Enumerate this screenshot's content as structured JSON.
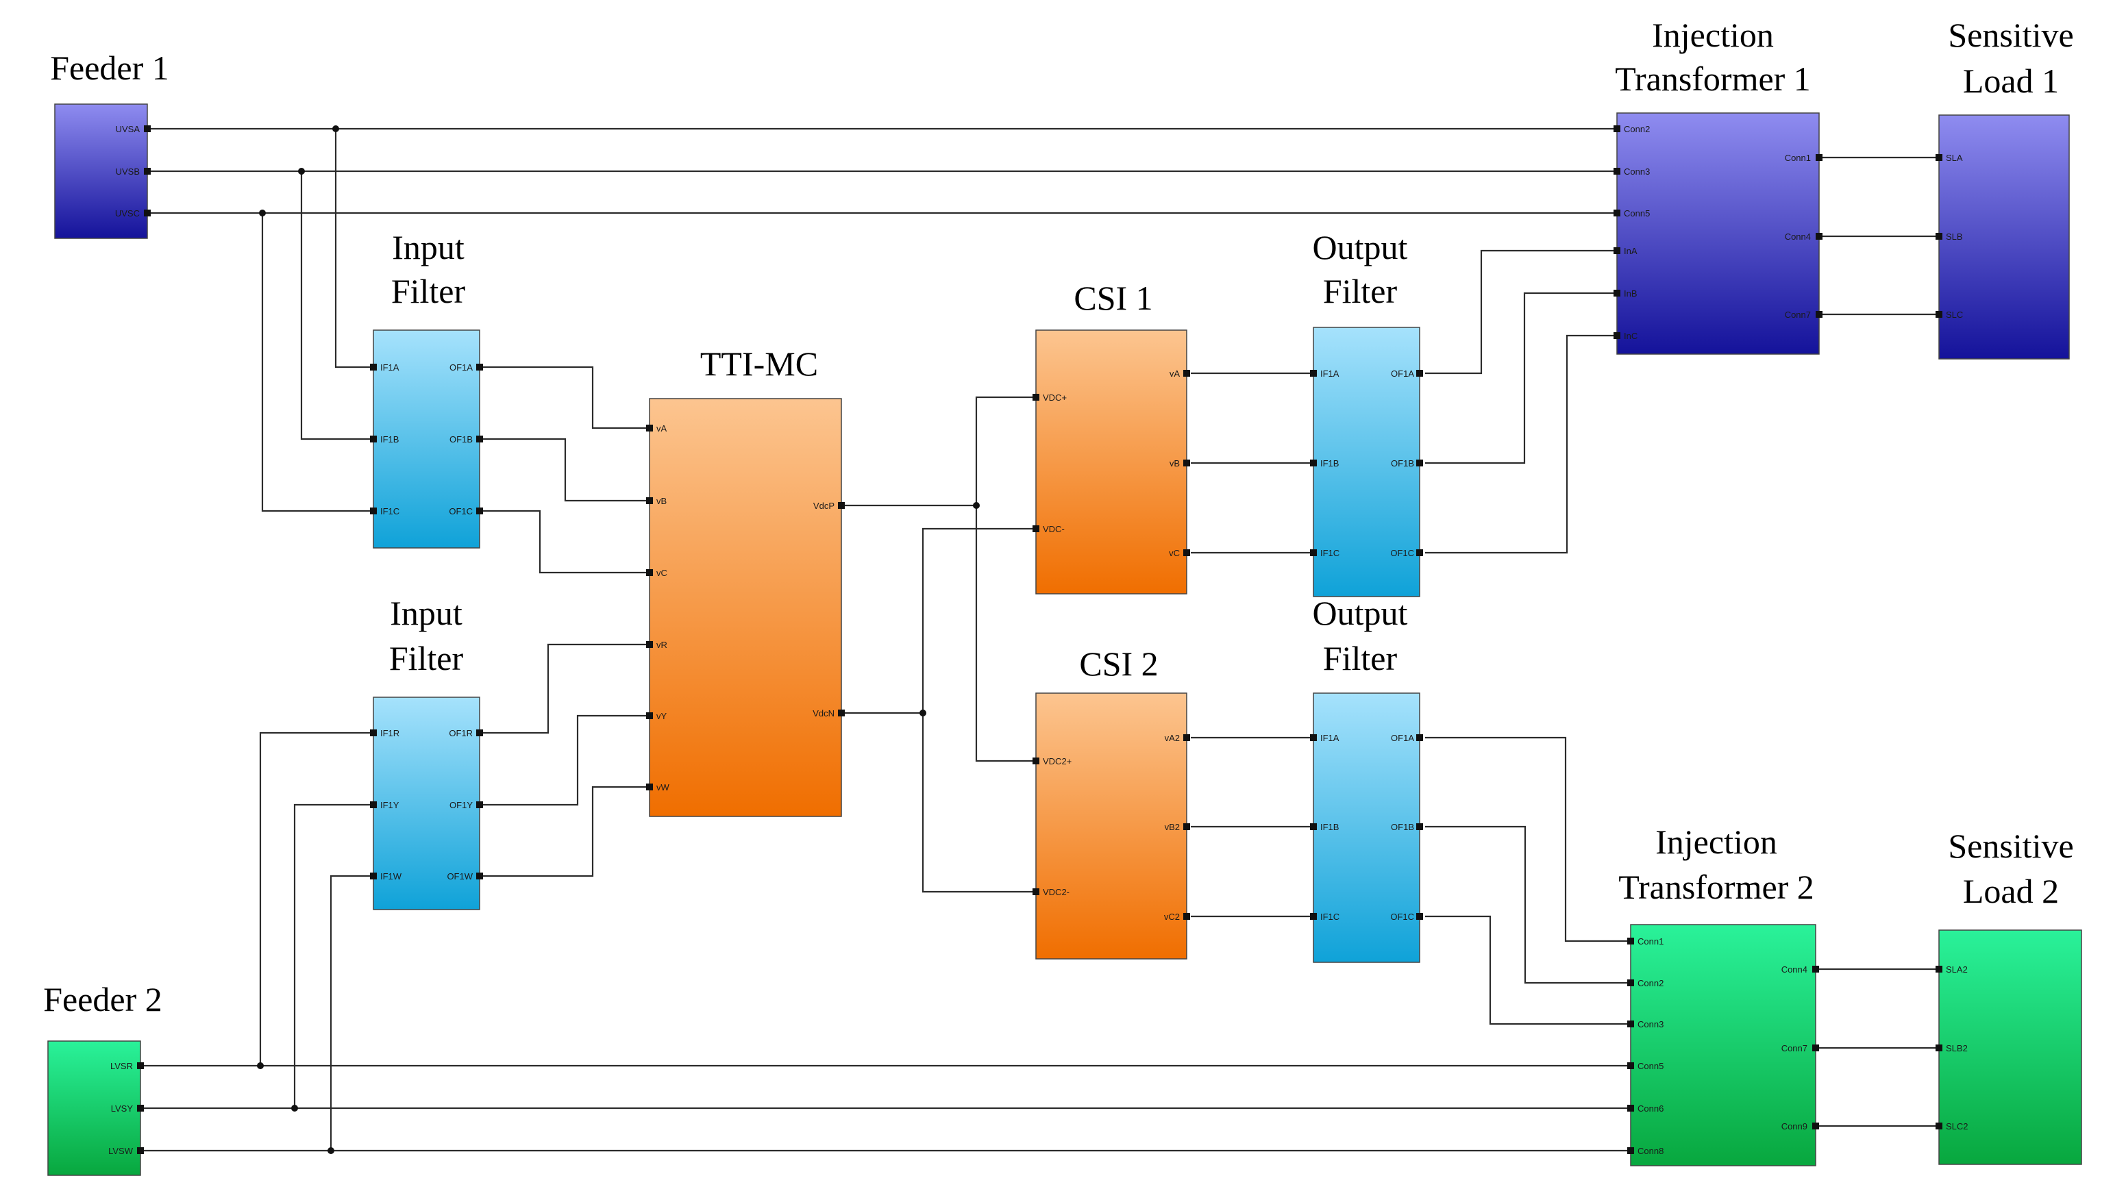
{
  "colors": {
    "blue_top": "#8f8cf0",
    "blue_bottom": "#14129a",
    "cyan_top": "#a6e2fc",
    "cyan_bottom": "#0fa2d8",
    "orange_top": "#fcc590",
    "orange_bottom": "#f06e00",
    "green_top": "#2af29a",
    "green_bottom": "#08a73e",
    "wire": "#2b2b2b"
  },
  "blocks": {
    "feeder1": {
      "title": [
        "Feeder 1"
      ],
      "ports_out": [
        "UVSA",
        "UVSB",
        "UVSC"
      ],
      "color": "blue"
    },
    "feeder2": {
      "title": [
        "Feeder 2"
      ],
      "ports_out": [
        "LVSR",
        "LVSY",
        "LVSW"
      ],
      "color": "green"
    },
    "input_filter_1": {
      "title": [
        "Input",
        "Filter"
      ],
      "ports_in": [
        "IF1A",
        "IF1B",
        "IF1C"
      ],
      "ports_out": [
        "OF1A",
        "OF1B",
        "OF1C"
      ],
      "color": "cyan"
    },
    "input_filter_2": {
      "title": [
        "Input",
        "Filter"
      ],
      "ports_in": [
        "IF1R",
        "IF1Y",
        "IF1W"
      ],
      "ports_out": [
        "OF1R",
        "OF1Y",
        "OF1W"
      ],
      "color": "cyan"
    },
    "tti_mc": {
      "title": [
        "TTI-MC"
      ],
      "ports_in": [
        "vA",
        "vB",
        "vC",
        "vR",
        "vY",
        "vW"
      ],
      "ports_out": [
        "VdcP",
        "VdcN"
      ],
      "color": "orange"
    },
    "csi1": {
      "title": [
        "CSI 1"
      ],
      "ports_in": [
        "VDC+",
        "VDC-"
      ],
      "ports_out": [
        "vA",
        "vB",
        "vC"
      ],
      "color": "orange"
    },
    "csi2": {
      "title": [
        "CSI 2"
      ],
      "ports_in": [
        "VDC2+",
        "VDC2-"
      ],
      "ports_out": [
        "vA2",
        "vB2",
        "vC2"
      ],
      "color": "orange"
    },
    "output_filter_1": {
      "title": [
        "Output",
        "Filter"
      ],
      "ports_in": [
        "IF1A",
        "IF1B",
        "IF1C"
      ],
      "ports_out": [
        "OF1A",
        "OF1B",
        "OF1C"
      ],
      "color": "cyan"
    },
    "output_filter_2": {
      "title": [
        "Output",
        "Filter"
      ],
      "ports_in": [
        "IF1A",
        "IF1B",
        "IF1C"
      ],
      "ports_out": [
        "OF1A",
        "OF1B",
        "OF1C"
      ],
      "color": "cyan"
    },
    "injection_transformer_1": {
      "title": [
        "Injection",
        "Transformer 1"
      ],
      "ports_in": [
        "Conn2",
        "Conn3",
        "Conn5",
        "InA",
        "InB",
        "InC"
      ],
      "ports_out": [
        "Conn1",
        "Conn4",
        "Conn7"
      ],
      "color": "blue"
    },
    "injection_transformer_2": {
      "title": [
        "Injection",
        "Transformer 2"
      ],
      "ports_in": [
        "Conn1",
        "Conn2",
        "Conn3",
        "Conn5",
        "Conn6",
        "Conn8"
      ],
      "ports_out": [
        "Conn4",
        "Conn7",
        "Conn9"
      ],
      "color": "green"
    },
    "sensitive_load_1": {
      "title": [
        "Sensitive",
        "Load 1"
      ],
      "ports_in": [
        "SLA",
        "SLB",
        "SLC"
      ],
      "color": "blue"
    },
    "sensitive_load_2": {
      "title": [
        "Sensitive",
        "Load 2"
      ],
      "ports_in": [
        "SLA2",
        "SLB2",
        "SLC2"
      ],
      "color": "green"
    }
  }
}
